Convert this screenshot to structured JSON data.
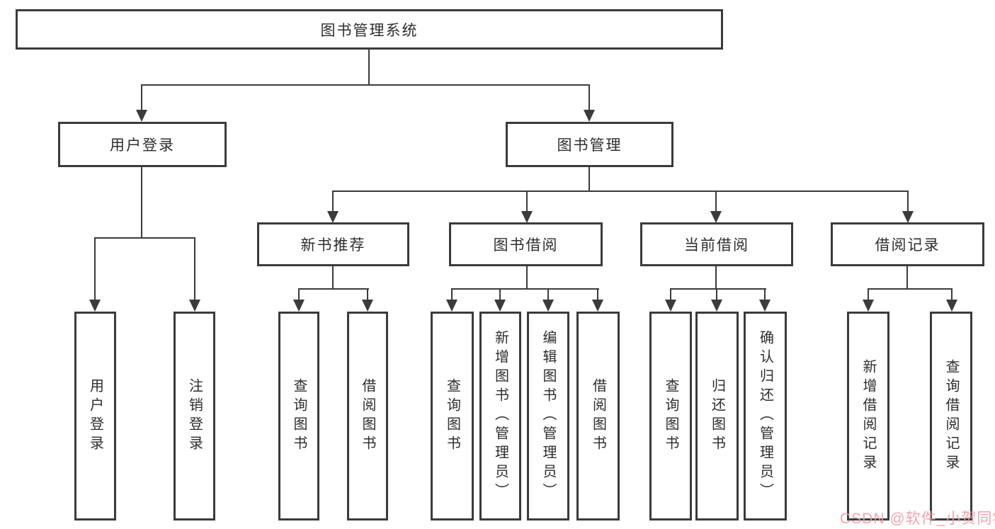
{
  "diagram_type": "hierarchy-tree",
  "tree": {
    "label": "图书管理系统",
    "children": [
      {
        "label": "用户登录",
        "children": [
          {
            "label": "用户登录"
          },
          {
            "label": "注销登录"
          }
        ]
      },
      {
        "label": "图书管理",
        "children": [
          {
            "label": "新书推荐",
            "children": [
              {
                "label": "查询图书"
              },
              {
                "label": "借阅图书"
              }
            ]
          },
          {
            "label": "图书借阅",
            "children": [
              {
                "label": "查询图书"
              },
              {
                "label": "新增图书（管理员）"
              },
              {
                "label": "编辑图书（管理员）"
              },
              {
                "label": "借阅图书"
              }
            ]
          },
          {
            "label": "当前借阅",
            "children": [
              {
                "label": "查询图书"
              },
              {
                "label": "归还图书"
              },
              {
                "label": "确认归还（管理员）"
              }
            ]
          },
          {
            "label": "借阅记录",
            "children": [
              {
                "label": "新增借阅记录"
              },
              {
                "label": "查询借阅记录"
              }
            ]
          }
        ]
      }
    ]
  },
  "watermark": {
    "text": "CSDN @软件_小贺同学"
  },
  "colors": {
    "line": "#3b3b3b",
    "box_border": "#3b3b3b",
    "text": "#2d2d2d",
    "background": "#ffffff",
    "watermark": "#ee9aa4"
  }
}
